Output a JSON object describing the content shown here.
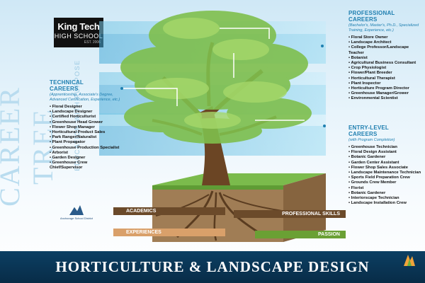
{
  "vertical_title": {
    "main": "CAREER TREE",
    "tagline": "EDUCATION WITH PURPOSE"
  },
  "logo": {
    "line1": "King Tech",
    "line2": "HIGH SCHOOL",
    "line3": "EST. 2006"
  },
  "technical": {
    "title_line1": "TECHNICAL",
    "title_line2": "CAREERS",
    "subtitle": "(Apprenticeship, Associate's Degree, Advanced Certification, Experience, etc.)",
    "items": [
      "Floral Designer",
      "Landscape Designer",
      "Certified Horticulturist",
      "Greenhouse Head Grower",
      "Flower Shop Manager",
      "Horticultural Product Sales",
      "Park Ranger/Naturalist",
      "Plant Propagator",
      "Greenhouse Production Specialist",
      "Arborist",
      "Garden Designer",
      "Greenhouse Crew Chief/Supervisor"
    ]
  },
  "professional": {
    "title_line1": "PROFESSIONAL",
    "title_line2": "CAREERS",
    "subtitle": "(Bachelor's, Master's, Ph.D., Specialized Training, Experience, etc.)",
    "items": [
      "Floral Store Owner",
      "Landscape Architect",
      "College Professor/Landscape Teacher",
      "Botanist",
      "Agricultural Business Consultant",
      "Crop Physiologist",
      "Flower/Plant Breeder",
      "Horticultural Therapist",
      "Plant Inspector",
      "Horticulture Program Director",
      "Greenhouse Manager/Grower",
      "Environmental Scientist"
    ]
  },
  "entry": {
    "title_line1": "ENTRY-LEVEL",
    "title_line2": "CAREERS",
    "subtitle": "(with Program Completion)",
    "items": [
      "Greenhouse Technician",
      "Floral Design Assistant",
      "Botanic Gardener",
      "Garden Center Assistant",
      "Flower Shop Sales Associate",
      "Landscape Maintenance Technician",
      "Sports Field Preparation Crew",
      "Grounds Crew Member",
      "Florist",
      "Botanic Gardener",
      "Interiorscape Technician",
      "Landscape Installation Crew"
    ]
  },
  "roots": {
    "academics": "ACADEMICS",
    "experiences": "EXPERIENCES",
    "professional_skills": "PROFESSIONAL SKILLS",
    "passion": "PASSION"
  },
  "district": {
    "name": "Anchorage School District"
  },
  "banner": {
    "title": "HORTICULTURE & LANDSCAPE DESIGN"
  },
  "colors": {
    "accent_blue": "#1f7fb0",
    "banner": "#0c3f63",
    "root_brown": "#6b4a2a",
    "root_tan": "#d9a06a",
    "root_green": "#6aa034"
  }
}
